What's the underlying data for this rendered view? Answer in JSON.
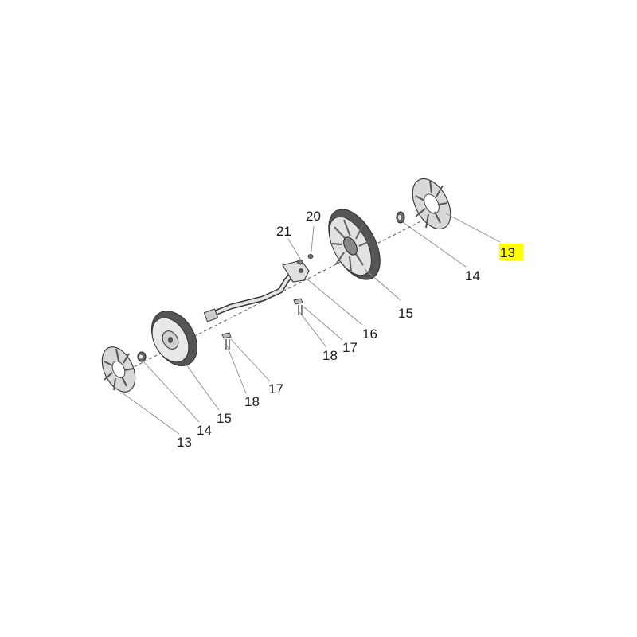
{
  "diagram": {
    "labels": [
      {
        "id": "13-right",
        "text": "13",
        "highlighted": true
      },
      {
        "id": "14-right",
        "text": "14"
      },
      {
        "id": "15-right",
        "text": "15"
      },
      {
        "id": "20",
        "text": "20"
      },
      {
        "id": "21",
        "text": "21"
      },
      {
        "id": "16",
        "text": "16"
      },
      {
        "id": "17-mid",
        "text": "17"
      },
      {
        "id": "18-mid",
        "text": "18"
      },
      {
        "id": "17-left",
        "text": "17"
      },
      {
        "id": "18-left",
        "text": "18"
      },
      {
        "id": "15-left",
        "text": "15"
      },
      {
        "id": "14-left",
        "text": "14"
      },
      {
        "id": "13-left",
        "text": "13"
      }
    ],
    "highlight_color": "#ffff00"
  }
}
